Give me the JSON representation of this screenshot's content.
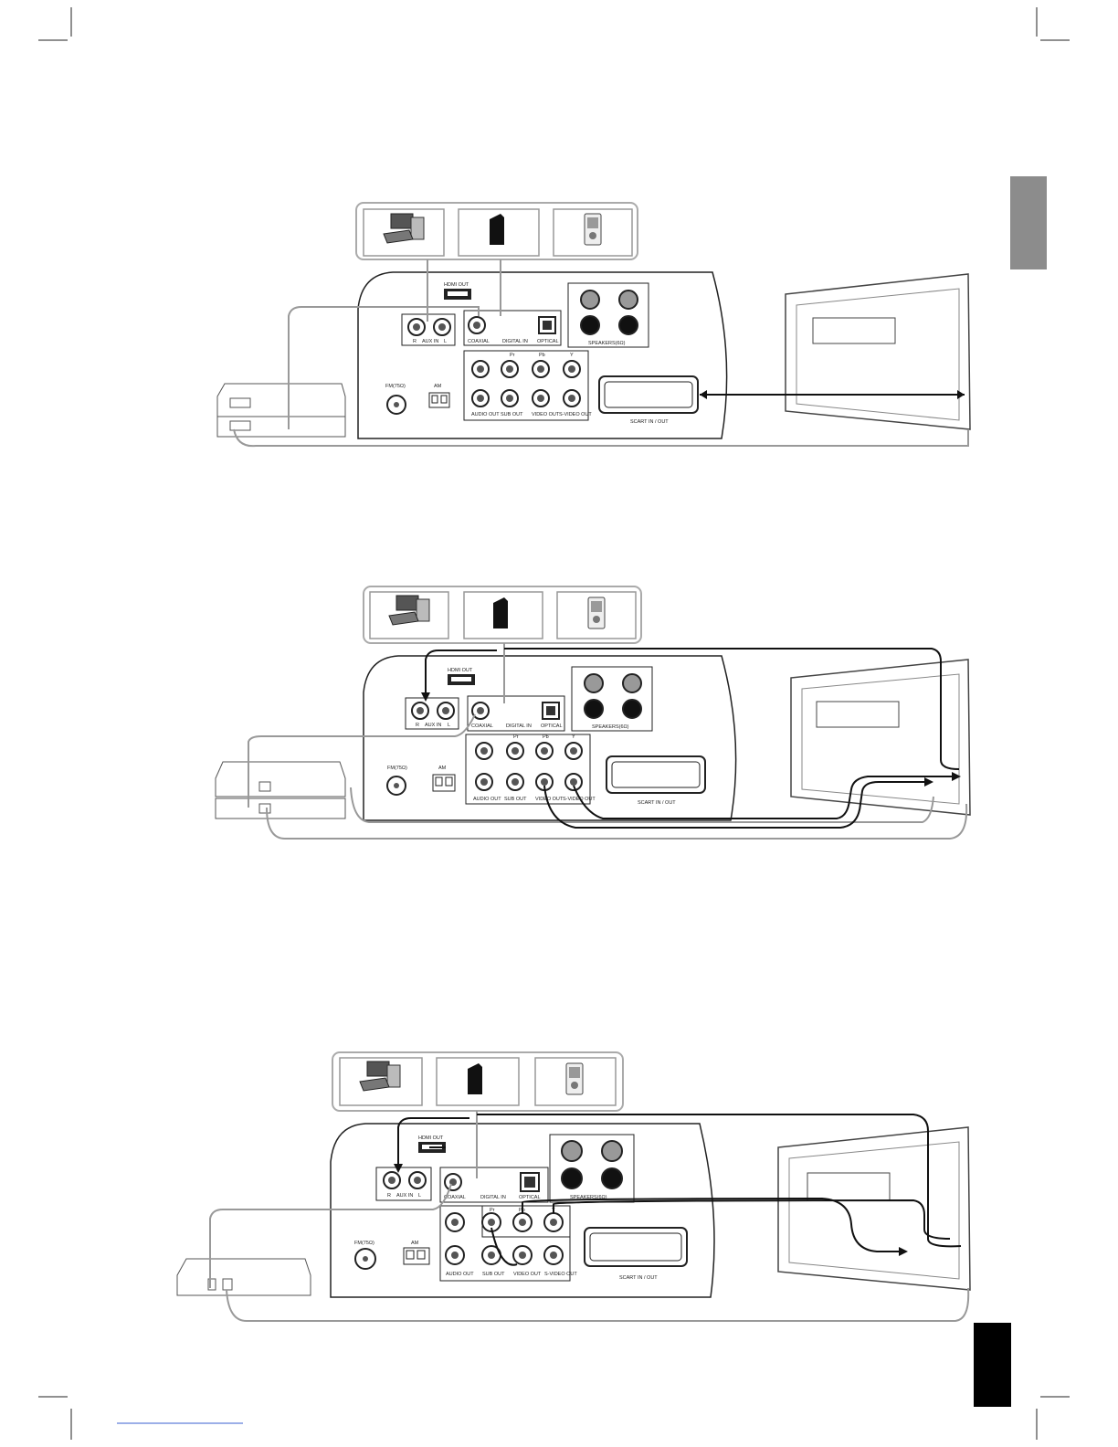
{
  "labels": {
    "hdmi_out": "HDMI OUT",
    "aux_in": "AUX IN",
    "aux_r": "R",
    "aux_l": "L",
    "coaxial": "COAXIAL",
    "digital_in": "DIGITAL IN",
    "optical": "OPTICAL",
    "speakers": "SPEAKERS(6Ω)",
    "fm": "FM(75Ω)",
    "am": "AM",
    "audio_out": "AUDIO OUT",
    "sub_out": "SUB OUT",
    "video_out": "VIDEO OUT",
    "svideo_out": "S-VIDEO OUT",
    "pr": "Pr",
    "pb": "Pb",
    "y": "Y",
    "scart": "SCART IN / OUT"
  },
  "source_devices": [
    "computer-icon",
    "set-top-box-icon",
    "portable-player-icon"
  ],
  "diagrams": [
    {
      "id": "scart-connection",
      "tv_input": "SCART"
    },
    {
      "id": "svideo-composite-connection",
      "tv_input": "S-VIDEO / VIDEO"
    },
    {
      "id": "component-connection",
      "tv_input": "COMPONENT"
    }
  ],
  "colors": {
    "panel_line": "#222222",
    "cable_gray": "#a0a0a0",
    "cable_black": "#111111",
    "tab_gray": "#8c8c8c",
    "tab_black": "#000000"
  }
}
